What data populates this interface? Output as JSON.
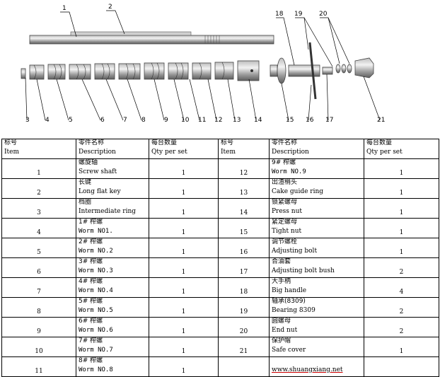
{
  "callouts": [
    "1",
    "2",
    "18",
    "19",
    "20",
    "3",
    "4",
    "5",
    "6",
    "7",
    "8",
    "9",
    "10",
    "11",
    "12",
    "13",
    "14",
    "15",
    "16",
    "17",
    "21"
  ],
  "headers": {
    "no_cn": "标号",
    "no_en": "Item",
    "desc_cn": "零件名称",
    "desc_en": "Description",
    "qty_cn": "每台数量",
    "qty_en": "Qty per set"
  },
  "rows": [
    [
      {
        "item": "1",
        "cn": "螺旋轴",
        "en": "Screw shaft",
        "mono": false,
        "qty": "1"
      },
      {
        "item": "12",
        "cn": "9# 榨螺",
        "en": "Worm NO.9",
        "mono": true,
        "qty": "1"
      }
    ],
    [
      {
        "item": "2",
        "cn": "长键",
        "en": "Long flat key",
        "mono": false,
        "qty": "1"
      },
      {
        "item": "13",
        "cn": "出渣梢头",
        "en": "Cake guide ring",
        "mono": false,
        "qty": "1"
      }
    ],
    [
      {
        "item": "3",
        "cn": "档圈",
        "en": "Intermediate ring",
        "mono": false,
        "qty": "1"
      },
      {
        "item": "14",
        "cn": "锁紧螺母",
        "en": "Press nut",
        "mono": false,
        "qty": "1"
      }
    ],
    [
      {
        "item": "4",
        "cn": "1# 榨螺",
        "en": "Worm NO1.",
        "mono": true,
        "qty": "1"
      },
      {
        "item": "15",
        "cn": "紧定螺母",
        "en": "Tight nut",
        "mono": false,
        "qty": "1"
      }
    ],
    [
      {
        "item": "5",
        "cn": "2# 榨螺",
        "en": "Worm NO.2",
        "mono": true,
        "qty": "1"
      },
      {
        "item": "16",
        "cn": "调节螺栓",
        "en": "Adjusting bolt",
        "mono": false,
        "qty": "1"
      }
    ],
    [
      {
        "item": "6",
        "cn": "3# 榨螺",
        "en": "Worm NO.3",
        "mono": true,
        "qty": "1"
      },
      {
        "item": "17",
        "cn": "合油套",
        "en": "Adjusting bolt bush",
        "mono": false,
        "qty": "2"
      }
    ],
    [
      {
        "item": "7",
        "cn": "4# 榨螺",
        "en": "Worm NO.4",
        "mono": true,
        "qty": "1"
      },
      {
        "item": "18",
        "cn": "大手柄",
        "en": "Big handle",
        "mono": false,
        "qty": "4"
      }
    ],
    [
      {
        "item": "8",
        "cn": "5# 榨螺",
        "en": "Worm NO.5",
        "mono": true,
        "qty": "1"
      },
      {
        "item": "19",
        "cn": "轴承(8309)",
        "en": "Bearing 8309",
        "mono": false,
        "qty": "2"
      }
    ],
    [
      {
        "item": "9",
        "cn": "6# 榨螺",
        "en": "Worm NO.6",
        "mono": true,
        "qty": "1"
      },
      {
        "item": "20",
        "cn": "圆螺母",
        "en": "End nut",
        "mono": false,
        "qty": "2"
      }
    ],
    [
      {
        "item": "10",
        "cn": "7# 榨螺",
        "en": "Worm NO.7",
        "mono": true,
        "qty": "1"
      },
      {
        "item": "21",
        "cn": "保护帽",
        "en": "Safe cover",
        "mono": false,
        "qty": "1"
      }
    ],
    [
      {
        "item": "11",
        "cn": "8# 榨螺",
        "en": "Worm NO.8",
        "mono": true,
        "qty": "1"
      },
      {
        "item": "",
        "cn": "",
        "en": "",
        "mono": false,
        "qty": "",
        "link": "www.shuangxiang.net"
      }
    ]
  ]
}
